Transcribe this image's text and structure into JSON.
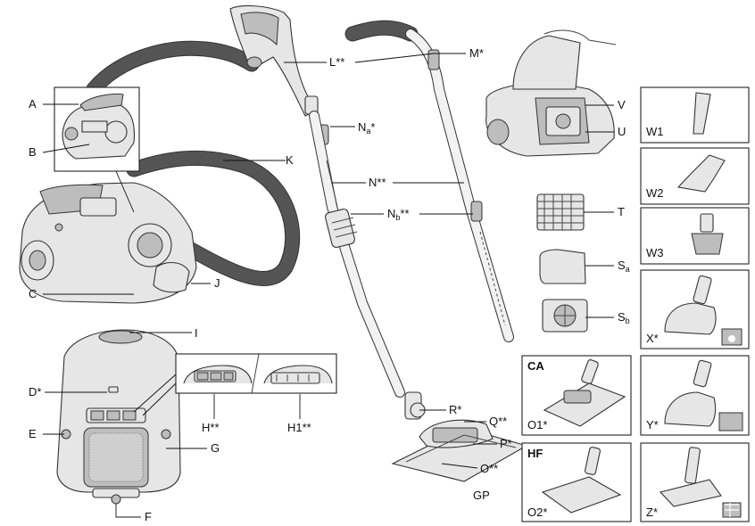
{
  "labels": {
    "A": "A",
    "B": "B",
    "C": "C",
    "D": "D*",
    "E": "E",
    "F": "F",
    "G": "G",
    "H": "H**",
    "H1": "H1**",
    "I": "I",
    "J": "J",
    "K": "K",
    "L": "L**",
    "M": "M*",
    "Na": "N",
    "Na_sub": "a",
    "Na_suffix": "*",
    "N": "N**",
    "Nb": "N",
    "Nb_sub": "b",
    "Nb_suffix": "**",
    "O": "O**",
    "P": "P*",
    "Q": "Q**",
    "R": "R*",
    "GP": "GP",
    "V": "V",
    "U": "U",
    "T": "T",
    "Sa": "S",
    "Sa_sub": "a",
    "Sb": "S",
    "Sb_sub": "b",
    "W1": "W1",
    "W2": "W2",
    "W3": "W3",
    "X": "X*",
    "CA": "CA",
    "O1": "O1*",
    "Y": "Y*",
    "HF": "HF",
    "O2": "O2*",
    "Z": "Z*"
  },
  "icons": {
    "x_badge": "paw-icon",
    "y_badge": "pet-brush-icon",
    "z_badge": "parquet-icon"
  }
}
